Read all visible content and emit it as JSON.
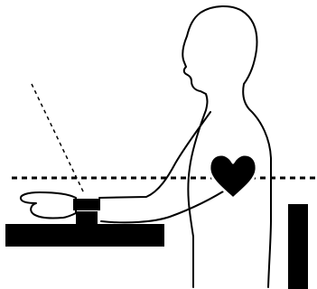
{
  "colors": {
    "background": "#ffffff",
    "ink": "#000000"
  },
  "elements": {
    "figure": "seated-person-silhouette",
    "heart": "heart-icon",
    "device": "wrist-blood-pressure-monitor",
    "table": "table-surface",
    "chair": "chair-back",
    "reference_line": "heart-level-dashed-line",
    "sight_line": "viewing-angle-dashed-line"
  }
}
